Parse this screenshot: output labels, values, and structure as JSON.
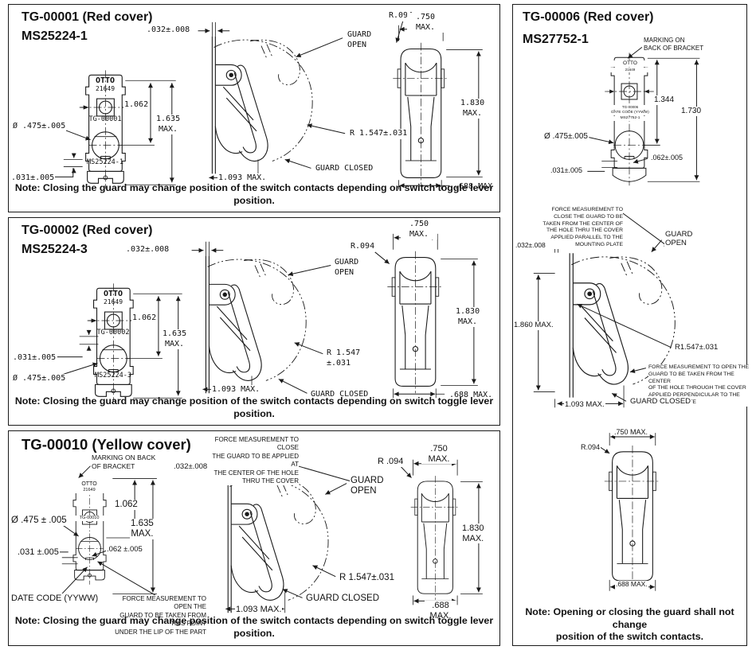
{
  "panels": {
    "p1": {
      "title": "TG-00001 (Red cover)",
      "subtitle": "MS25224-1",
      "bracket": {
        "brand": "OTTO",
        "cage": "21649",
        "part": "TG-00001",
        "ms": "MS25224-1"
      },
      "dims": {
        "d032": ".032±.008",
        "d1062": "1.062",
        "d1635": "1.635\nMAX.",
        "dia": "Ø .475±.005",
        "d031": ".031±.005",
        "guard_open": "GUARD\nOPEN",
        "r1547": "R 1.547±.031",
        "guard_closed": "GUARD CLOSED",
        "d1093": "1.093 MAX.",
        "r094": "R.094",
        "d750": ".750\nMAX.",
        "d1830": "1.830\nMAX.",
        "d688": ".688 MAX"
      },
      "note": "Note: Closing the guard may change position of the switch contacts depending on switch toggle lever position."
    },
    "p2": {
      "title": "TG-00002 (Red cover)",
      "subtitle": "MS25224-3",
      "bracket": {
        "brand": "OTTO",
        "cage": "21649",
        "part": "TG-00002",
        "ms": "MS25224-3"
      },
      "dims": {
        "d032": ".032±.008",
        "d1062": "1.062",
        "d1635": "1.635\nMAX.",
        "d031": ".031±.005",
        "dia": "Ø .475±.005",
        "guard_open": "GUARD\nOPEN",
        "r1547": "R 1.547\n±.031",
        "guard_closed": "GUARD CLOSED",
        "d1093": "1.093 MAX.",
        "r094": "R.094",
        "d750": ".750\nMAX.",
        "d1830": "1.830\nMAX.",
        "d688": ".688 MAX."
      },
      "note": "Note: Closing the guard may change position of the switch contacts depending on switch toggle lever position."
    },
    "p3": {
      "title": "TG-00010 (Yellow cover)",
      "marking": "MARKING ON BACK\nOF BRACKET",
      "bracket": {
        "brand": "OTTO",
        "cage": "21649",
        "part": "TG-00010"
      },
      "dims": {
        "d032": ".032±.008",
        "d1062": "1.062",
        "d1635": "1.635\nMAX.",
        "dia": "Ø .475 ± .005",
        "d031": ".031 ±.005",
        "d062": ".062 ±.005",
        "datecode": "DATE CODE (YYWW)",
        "force_close": "FORCE MEASUREMENT TO CLOSE\nTHE GUARD TO BE APPLIED AT\nTHE CENTER OF THE HOLE\nTHRU THE COVER",
        "force_open": "FORCE MEASUREMENT TO OPEN THE\nGUARD TO BE TAKEN FROM THIS POINT\nUNDER THE LIP OF THE PART",
        "guard_open": "GUARD\nOPEN",
        "r1547": "R 1.547±.031",
        "guard_closed": "GUARD  CLOSED",
        "d1093": "1.093 MAX.",
        "r094": "R .094",
        "d750": ".750\nMAX.",
        "d1830": "1.830\nMAX.",
        "d688": ".688\nMAX."
      },
      "note": "Note: Closing the guard may change position of the switch contacts depending on switch toggle lever position."
    },
    "p4": {
      "title": "TG-00006 (Red cover)",
      "subtitle": "MS27752-1",
      "marking": "MARKING ON\nBACK OF BRACKET",
      "bracket": {
        "brand": "OTTO",
        "cage": "21649",
        "part": "TG-00006",
        "datecode": "DATE CODE (YYWW)",
        "ms": "MS27752-1"
      },
      "dims": {
        "d1344": "1.344",
        "d1730": "1.730",
        "dia": "Ø .475±.005",
        "d062": ".062±.005",
        "d031": ".031±.005",
        "force_close": "FORCE MEASUREMENT TO\nCLOSE THE GUARD TO BE\nTAKEN FROM THE CENTER OF\nTHE HOLE THRU THE COVER\nAPPLIED PARALLEL TO THE\nMOUNTING PLATE",
        "guard_open": "GUARD\nOPEN",
        "d032": ".032±.008",
        "d1860": "1.860 MAX.",
        "r1547": "R1.547±.031",
        "force_open": "FORCE MEASUREMENT TO OPEN THE\nGUARD TO BE TAKEN FROM THE CENTER\nOF THE HOLE THROUGH THE COVER\nAPPLIED PERPENDICULAR TO THE\nMOUNTING PLATE",
        "guard_closed": "GUARD CLOSED",
        "d1093": "1.093 MAX.",
        "d750": ".750 MAX.",
        "r094": "R.094",
        "d688": ".688 MAX."
      },
      "note": "Note: Opening or closing the guard shall not change\nposition of the switch contacts."
    }
  }
}
